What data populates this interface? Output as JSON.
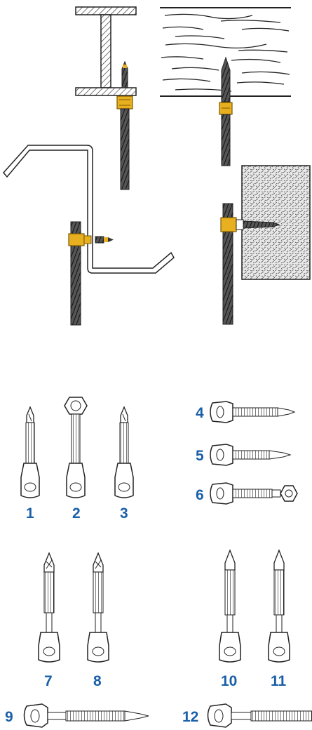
{
  "labels": {
    "l1": "1",
    "l2": "2",
    "l3": "3",
    "l4": "4",
    "l5": "5",
    "l6": "6",
    "l7": "7",
    "l8": "8",
    "l9": "9",
    "l10": "10",
    "l11": "11",
    "l12": "12"
  },
  "colors": {
    "accent_label": "#1a5fa8",
    "brass": "#e8b020",
    "steel": "#333333"
  }
}
